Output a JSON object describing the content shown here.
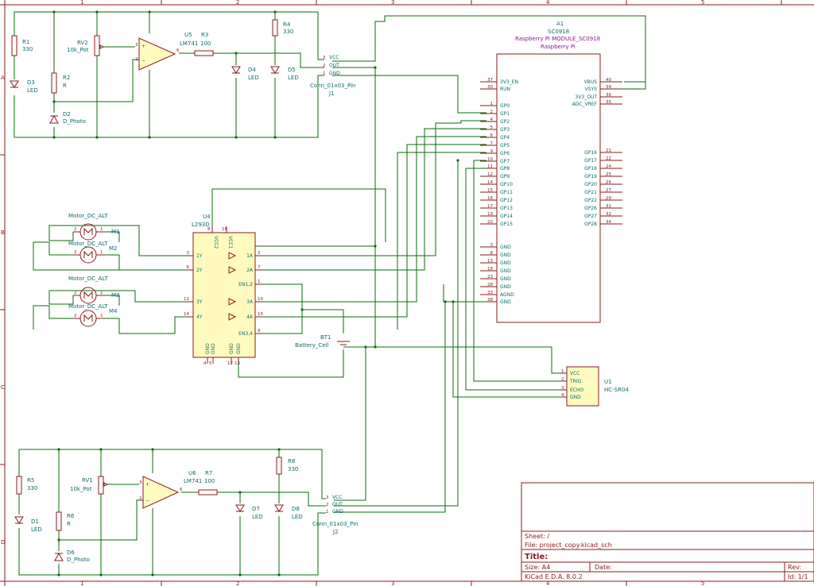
{
  "sheet": {
    "zones_cols": [
      "1",
      "2",
      "3",
      "4",
      "5"
    ],
    "zones_rows": [
      "A",
      "B",
      "C",
      "D"
    ]
  },
  "components": {
    "A1": {
      "ref": "A1",
      "value": "SC0918",
      "footprint": "Raspberry Pi MODULE_SC0918",
      "name": "Raspberry Pi"
    },
    "U5": {
      "ref": "U5",
      "value": "LM741"
    },
    "U6": {
      "ref": "U6",
      "value": "LM741"
    },
    "U4": {
      "ref": "U4",
      "value": "L293D"
    },
    "U1": {
      "ref": "U1",
      "value": "HC-SR04"
    },
    "R1": {
      "ref": "R1",
      "value": "330"
    },
    "R2": {
      "ref": "R2",
      "value": "R"
    },
    "R3": {
      "ref": "R3",
      "value": "100"
    },
    "R4": {
      "ref": "R4",
      "value": "330"
    },
    "R5": {
      "ref": "R5",
      "value": "330"
    },
    "R6": {
      "ref": "R6",
      "value": "R"
    },
    "R7": {
      "ref": "R7",
      "value": "100"
    },
    "R8": {
      "ref": "R8",
      "value": "330"
    },
    "RV1": {
      "ref": "RV1",
      "value": "10k_Pot"
    },
    "RV2": {
      "ref": "RV2",
      "value": "10k_Pot"
    },
    "D1": {
      "ref": "D1",
      "value": "LED"
    },
    "D2": {
      "ref": "D2",
      "value": "D_Photo"
    },
    "D3": {
      "ref": "D3",
      "value": "LED"
    },
    "D4": {
      "ref": "D4",
      "value": "LED"
    },
    "D5": {
      "ref": "D5",
      "value": "LED"
    },
    "D6": {
      "ref": "D6",
      "value": "D_Photo"
    },
    "D7": {
      "ref": "D7",
      "value": "LED"
    },
    "D8": {
      "ref": "D8",
      "value": "LED"
    },
    "J1": {
      "ref": "J1",
      "value": "Conn_01x03_Pin",
      "pins": [
        "VCC",
        "OUT",
        "GND"
      ]
    },
    "J2": {
      "ref": "J2",
      "value": "Conn_01x03_Pin",
      "pins": [
        "VCC",
        "OUT",
        "GND"
      ]
    },
    "BT1": {
      "ref": "BT1",
      "value": "Battery_Cell"
    },
    "M1": {
      "ref": "M1",
      "value": "Motor_DC_ALT"
    },
    "M2": {
      "ref": "M2",
      "value": "Motor_DC_ALT"
    },
    "M3": {
      "ref": "M3",
      "value": "Motor_DC_ALT"
    },
    "M4": {
      "ref": "M4",
      "value": "Motor_DC_ALT"
    }
  },
  "pico_pins_left": [
    {
      "n": "37",
      "l": "3V3_EN"
    },
    {
      "n": "30",
      "l": "RUN"
    },
    {
      "n": "1",
      "l": "GP0"
    },
    {
      "n": "2",
      "l": "GP1"
    },
    {
      "n": "4",
      "l": "GP2"
    },
    {
      "n": "5",
      "l": "GP3"
    },
    {
      "n": "6",
      "l": "GP4"
    },
    {
      "n": "7",
      "l": "GP5"
    },
    {
      "n": "9",
      "l": "GP6"
    },
    {
      "n": "10",
      "l": "GP7"
    },
    {
      "n": "11",
      "l": "GP8"
    },
    {
      "n": "12",
      "l": "GP9"
    },
    {
      "n": "14",
      "l": "GP10"
    },
    {
      "n": "15",
      "l": "GP11"
    },
    {
      "n": "16",
      "l": "GP12"
    },
    {
      "n": "17",
      "l": "GP13"
    },
    {
      "n": "19",
      "l": "GP14"
    },
    {
      "n": "20",
      "l": "GP15"
    },
    {
      "n": "3",
      "l": "GND"
    },
    {
      "n": "8",
      "l": "GND"
    },
    {
      "n": "13",
      "l": "GND"
    },
    {
      "n": "18",
      "l": "GND"
    },
    {
      "n": "23",
      "l": "GND"
    },
    {
      "n": "28",
      "l": "GND"
    },
    {
      "n": "33",
      "l": "AGND"
    },
    {
      "n": "38",
      "l": "GND"
    }
  ],
  "pico_pins_right_top": [
    {
      "n": "40",
      "l": "VBUS"
    },
    {
      "n": "39",
      "l": "VSYS"
    },
    {
      "n": "36",
      "l": "3V3_OUT"
    },
    {
      "n": "35",
      "l": "ADC_VREF"
    }
  ],
  "pico_pins_right_gp": [
    {
      "n": "21",
      "l": "GP16"
    },
    {
      "n": "22",
      "l": "GP17"
    },
    {
      "n": "24",
      "l": "GP18"
    },
    {
      "n": "25",
      "l": "GP19"
    },
    {
      "n": "26",
      "l": "GP20"
    },
    {
      "n": "27",
      "l": "GP21"
    },
    {
      "n": "29",
      "l": "GP22"
    },
    {
      "n": "31",
      "l": "GP26"
    },
    {
      "n": "32",
      "l": "GP27"
    },
    {
      "n": "34",
      "l": "GP28"
    }
  ],
  "l293d": {
    "left": [
      {
        "n": "3",
        "l": "1Y"
      },
      {
        "n": "6",
        "l": "2Y"
      },
      {
        "n": "11",
        "l": "3Y"
      },
      {
        "n": "14",
        "l": "4Y"
      }
    ],
    "right": [
      {
        "n": "2",
        "l": "1A"
      },
      {
        "n": "7",
        "l": "2A"
      },
      {
        "n": "1",
        "l": "EN1,2"
      },
      {
        "n": "10",
        "l": "3A"
      },
      {
        "n": "15",
        "l": "4A"
      },
      {
        "n": "9",
        "l": "EN3,4"
      }
    ],
    "top": [
      {
        "n": "8",
        "l": "VCC2"
      },
      {
        "n": "16",
        "l": "VCC1"
      }
    ],
    "bottom": [
      {
        "n": "4",
        "l": "GND"
      },
      {
        "n": "5",
        "l": "GND"
      },
      {
        "n": "12",
        "l": "GND"
      },
      {
        "n": "13",
        "l": "GND"
      }
    ]
  },
  "hcsr04_pins": [
    {
      "n": "1",
      "l": "VCC"
    },
    {
      "n": "2",
      "l": "TRIG"
    },
    {
      "n": "3",
      "l": "ECHO"
    },
    {
      "n": "4",
      "l": "GND"
    }
  ],
  "title_block": {
    "sheet": "Sheet: /",
    "file": "File: project_copy.kicad_sch",
    "title": "Title:",
    "size": "Size: A4",
    "date": "Date:",
    "rev": "Rev:",
    "tool": "KiCad E.D.A. 8.0.2",
    "id": "Id: 1/1"
  }
}
